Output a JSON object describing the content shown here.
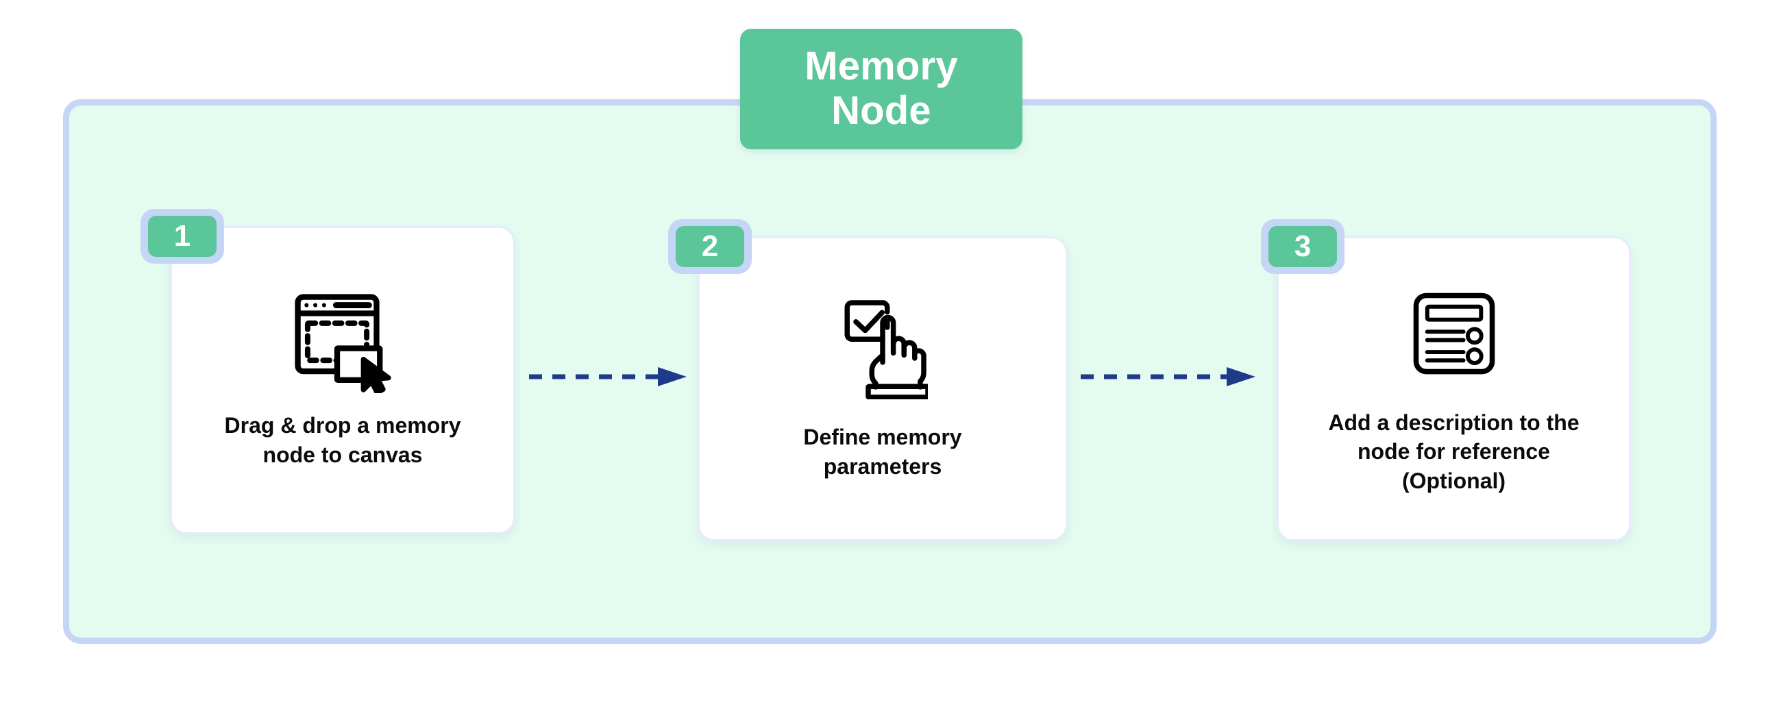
{
  "title": {
    "label": "Memory\nNode",
    "color": "#5ac699",
    "text_color": "#ffffff"
  },
  "container": {
    "background": "#e4fbf0",
    "border_color": "#c5d5f5"
  },
  "steps": [
    {
      "number": "1",
      "label": "Drag & drop a memory\nnode to canvas",
      "icon": "drag-drop-canvas-icon"
    },
    {
      "number": "2",
      "label": "Define memory\nparameters",
      "icon": "hand-checkbox-icon"
    },
    {
      "number": "3",
      "label": "Add a description to the\nnode for reference\n(Optional)",
      "icon": "form-description-icon"
    }
  ],
  "connectors": [
    {
      "name": "arrow-step1-to-step2",
      "style": "dashed",
      "color": "#1f3a8a"
    },
    {
      "name": "arrow-step2-to-step3",
      "style": "dashed",
      "color": "#1f3a8a"
    }
  ],
  "badge": {
    "fill": "#5ac699",
    "ring": "#c5d5f5",
    "text_color": "#ffffff"
  },
  "card": {
    "background": "#ffffff",
    "border_color": "#e6ecfb",
    "text_color": "#0b0b0d"
  }
}
